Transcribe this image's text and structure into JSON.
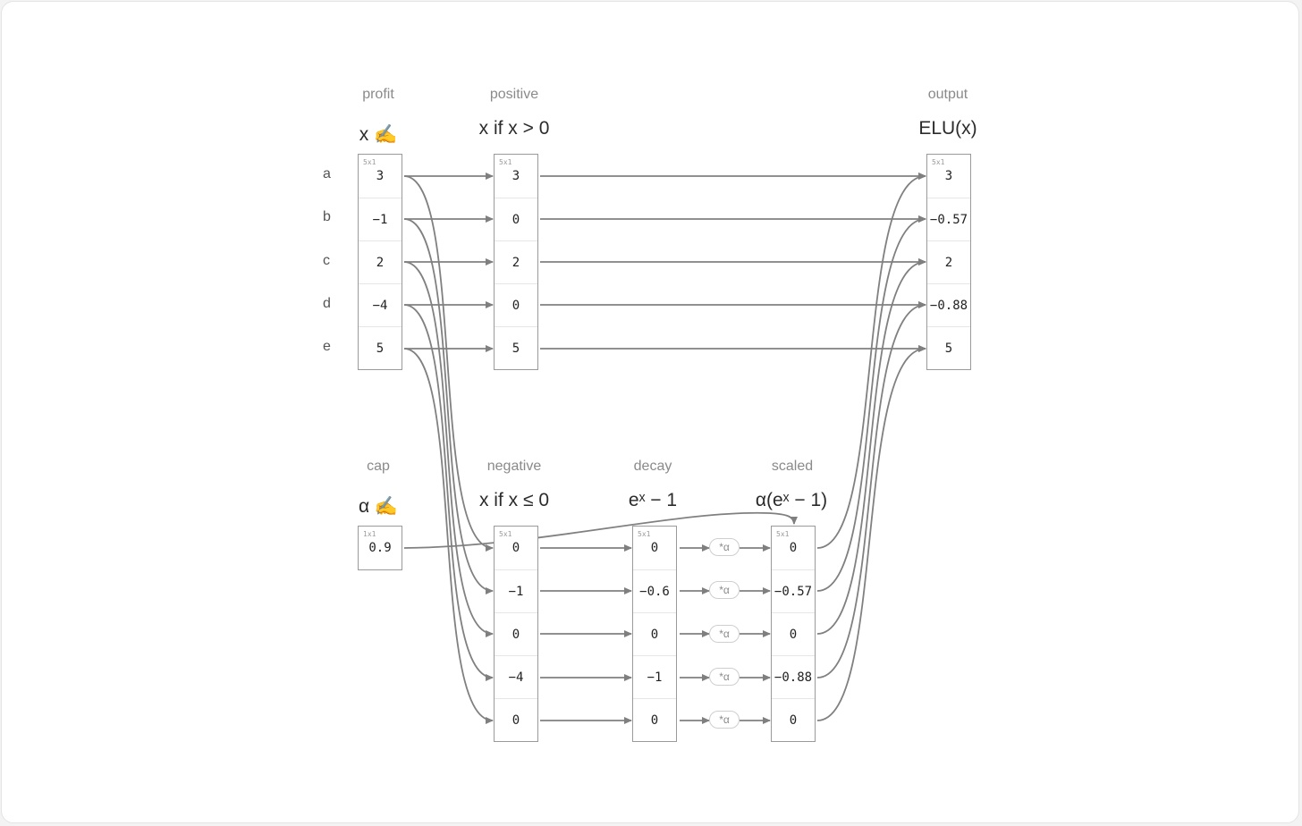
{
  "row_labels": [
    "a",
    "b",
    "c",
    "d",
    "e"
  ],
  "nodes": {
    "profit": {
      "label": "profit",
      "formula": "x ✍️",
      "dims": "5x1",
      "values": [
        "3",
        "−1",
        "2",
        "−4",
        "5"
      ]
    },
    "positive": {
      "label": "positive",
      "formula": "x if x > 0",
      "dims": "5x1",
      "values": [
        "3",
        "0",
        "2",
        "0",
        "5"
      ]
    },
    "output": {
      "label": "output",
      "formula": "ELU(x)",
      "dims": "5x1",
      "values": [
        "3",
        "−0.57",
        "2",
        "−0.88",
        "5"
      ]
    },
    "cap": {
      "label": "cap",
      "formula": "α ✍️",
      "dims": "1x1",
      "values": [
        "0.9"
      ]
    },
    "negative": {
      "label": "negative",
      "formula": "x if x ≤ 0",
      "dims": "5x1",
      "values": [
        "0",
        "−1",
        "0",
        "−4",
        "0"
      ]
    },
    "decay": {
      "label": "decay",
      "formula": "eˣ − 1",
      "dims": "5x1",
      "values": [
        "0",
        "−0.6",
        "0",
        "−1",
        "0"
      ]
    },
    "scaled": {
      "label": "scaled",
      "formula": "α(eˣ − 1)",
      "dims": "5x1",
      "values": [
        "0",
        "−0.57",
        "0",
        "−0.88",
        "0"
      ]
    }
  },
  "alpha_op_label": "*α"
}
